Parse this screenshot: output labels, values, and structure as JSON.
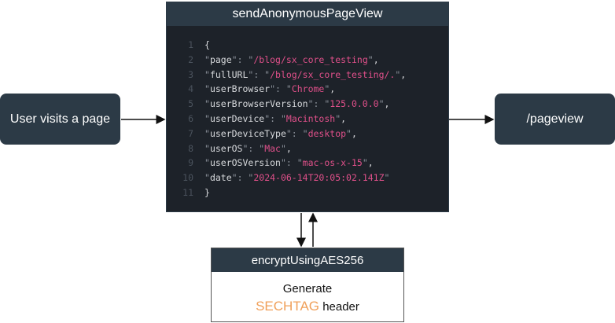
{
  "left_node": {
    "label": "User visits a page"
  },
  "right_node": {
    "label": "/pageview"
  },
  "main": {
    "title": "sendAnonymousPageView",
    "lines": [
      {
        "n": "1",
        "text": "{"
      },
      {
        "n": "2",
        "key": "page",
        "value": "/blog/sx_core_testing",
        "comma": ","
      },
      {
        "n": "3",
        "key": "fullURL",
        "value": "/blog/sx_core_testing/.",
        "comma": ","
      },
      {
        "n": "4",
        "key": "userBrowser",
        "value": "Chrome",
        "comma": ","
      },
      {
        "n": "5",
        "key": "userBrowserVersion",
        "value": "125.0.0.0",
        "comma": ","
      },
      {
        "n": "6",
        "key": "userDevice",
        "value": "Macintosh",
        "comma": ","
      },
      {
        "n": "7",
        "key": "userDeviceType",
        "value": "desktop",
        "comma": ","
      },
      {
        "n": "8",
        "key": "userOS",
        "value": "Mac",
        "comma": ","
      },
      {
        "n": "9",
        "key": "userOSVersion",
        "value": "mac-os-x-15",
        "comma": ","
      },
      {
        "n": "10",
        "key": "date",
        "value": "2024-06-14T20:05:02.141Z",
        "comma": ""
      },
      {
        "n": "11",
        "text": "}"
      }
    ]
  },
  "encrypt": {
    "title": "encryptUsingAES256",
    "line1": "Generate",
    "highlight": "SECHTAG",
    "line2_rest": "header"
  }
}
